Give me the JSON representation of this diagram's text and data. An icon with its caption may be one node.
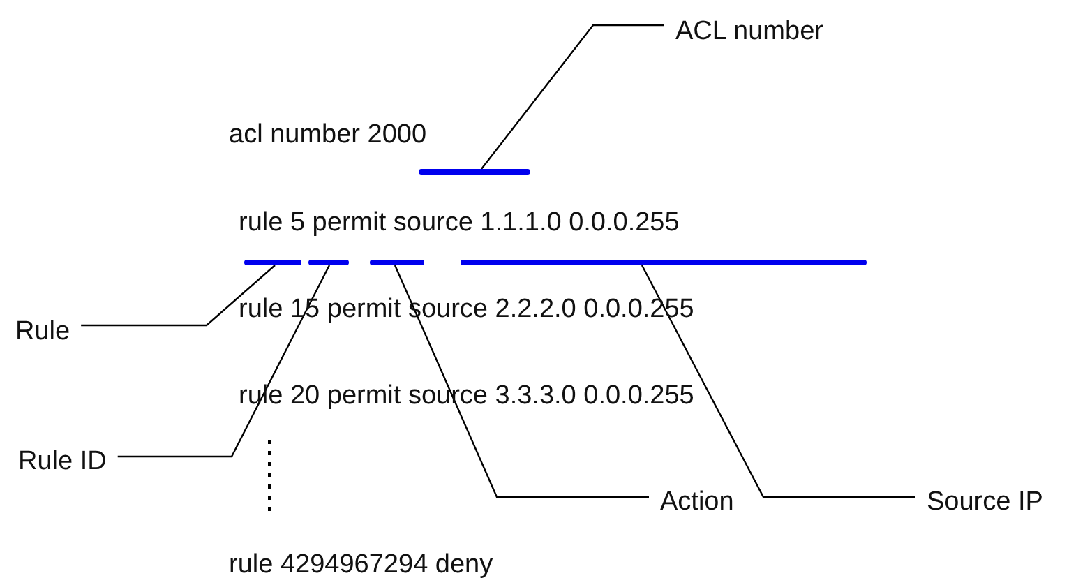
{
  "diagram": {
    "nodes": [
      {
        "text": [
          "ACL number"
        ]
      },
      {
        "text": [
          "acl number 2000"
        ]
      },
      {
        "text": [],
        "shape": "bar"
      },
      {
        "text": [
          "rule 5 permit source 1.1.1.0 0.0.0.255"
        ]
      },
      {
        "text": [],
        "shape": "bar"
      },
      {
        "text": [],
        "shape": "bar"
      },
      {
        "text": [],
        "shape": "bar"
      },
      {
        "text": [],
        "shape": "bar"
      },
      {
        "text": [
          "rule 15 permit source 2.2.2.0 0.0.0.255"
        ]
      },
      {
        "text": [
          "Rule"
        ]
      },
      {
        "text": [
          "rule 20 permit source 3.3.3.0 0.0.0.255"
        ]
      },
      {
        "text": [
          "Rule ID"
        ]
      },
      {
        "text": [
          "Action"
        ]
      },
      {
        "text": [
          "Source IP"
        ]
      },
      {
        "text": [
          "rule 4294967294 deny"
        ]
      }
    ],
    "edges": [
      {
        "from": 0,
        "to": 2,
        "arrow": "none"
      },
      {
        "from": 9,
        "to": 4,
        "arrow": "none"
      },
      {
        "from": 11,
        "to": 5,
        "arrow": "none"
      },
      {
        "from": 12,
        "to": 6,
        "arrow": "none"
      },
      {
        "from": 13,
        "to": 7,
        "arrow": "none"
      }
    ]
  }
}
